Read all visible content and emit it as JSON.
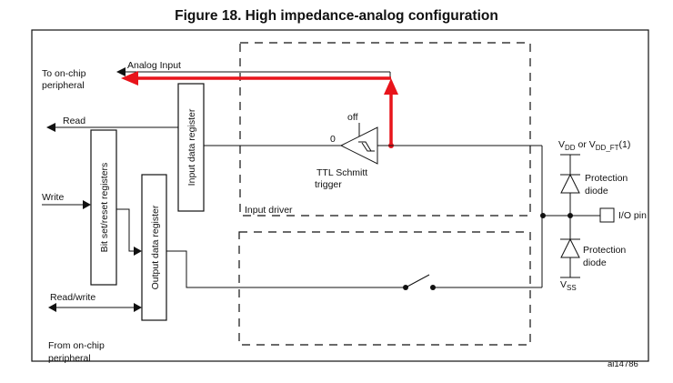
{
  "figure": {
    "title": "Figure 18. High impedance-analog configuration",
    "reference_id": "ai14786"
  },
  "labels": {
    "to_on_chip_1": "To on-chip",
    "to_on_chip_2": "peripheral",
    "from_on_chip_1": "From on-chip",
    "from_on_chip_2": "peripheral",
    "analog_input": "Analog Input",
    "read": "Read",
    "write": "Write",
    "read_write": "Read/write",
    "input_data_register": "Input data register",
    "bit_set_reset_registers": "Bit set/reset registers",
    "output_data_register": "Output data register",
    "schmitt_off": "off",
    "schmitt_zero": "0",
    "schmitt_name_1": "TTL Schmitt",
    "schmitt_name_2": "trigger",
    "input_driver": "Input driver",
    "vdd_main": "V",
    "vdd_sub": "DD",
    "vdd_or": " or V",
    "vddft_sub": "DD_FT",
    "vdd_note": "(1)",
    "vss_main": "V",
    "vss_sub": "SS",
    "protection_1": "Protection",
    "protection_2": "diode",
    "io_pin": "I/O pin"
  },
  "colors": {
    "line": "#111111",
    "highlight": "#e8141b",
    "background": "#ffffff"
  }
}
